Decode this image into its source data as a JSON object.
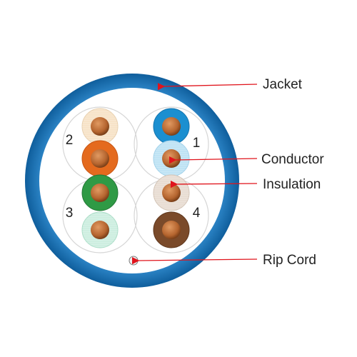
{
  "labels": {
    "jacket": "Jacket",
    "conductor": "Conductor",
    "insulation": "Insulation",
    "rip_cord": "Rip Cord"
  },
  "pairs": [
    "1",
    "2",
    "3",
    "4"
  ],
  "colors": {
    "jacket": "#1a74b8",
    "jacket_light": "#4b9ad6",
    "jacket_inner": "#ffffff",
    "pair_boundary": "#d6d6d6",
    "conductor": "#c0703a",
    "conductor_dark": "#8a4a22",
    "callout_line": "#e0141c",
    "wire_blue": "#1b8fd0",
    "wire_blue_white": "#bfe3f4",
    "wire_orange": "#e46a1e",
    "wire_orange_white": "#f7e3c8",
    "wire_green": "#2f9a45",
    "wire_green_white": "#cdeee0",
    "wire_brown": "#7a4a2a",
    "wire_brown_white": "#e8ddd3"
  }
}
